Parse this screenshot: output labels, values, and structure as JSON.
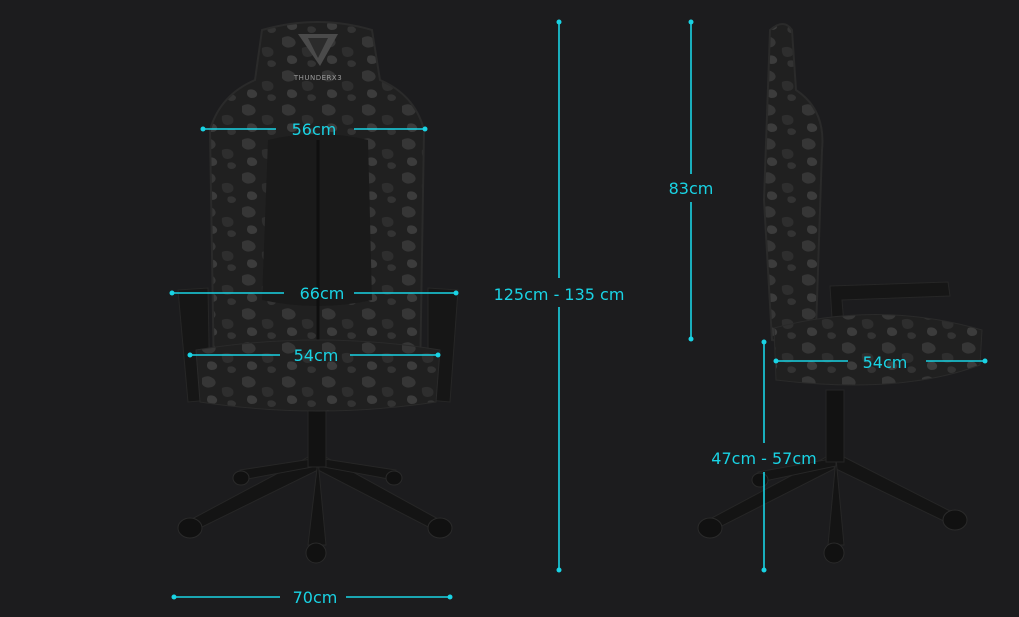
{
  "brand": {
    "logo_text": "THUNDERX3"
  },
  "colors": {
    "background": "#1c1c1e",
    "dimension_accent": "#19d3e4",
    "chair_dark": "#1a1a1a",
    "camo_light": "#3a3a3a"
  },
  "front_view": {
    "headrest_width": "56cm",
    "backrest_width": "66cm",
    "seat_width": "54cm",
    "base_width": "70cm"
  },
  "overall_height": "125cm - 135 cm",
  "side_view": {
    "backrest_height": "83cm",
    "seat_depth": "54cm",
    "seat_height": "47cm - 57cm"
  }
}
